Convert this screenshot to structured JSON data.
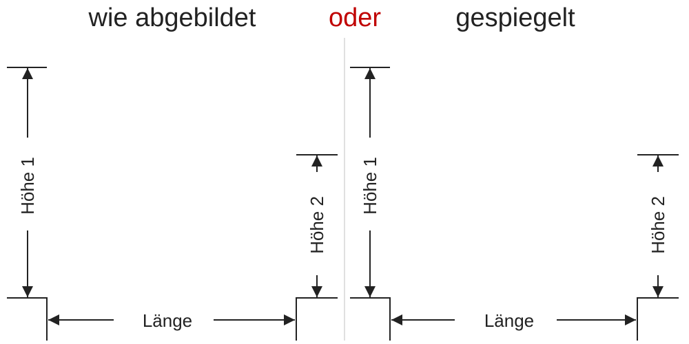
{
  "titles": {
    "left": "wie abgebildet",
    "middle": "oder",
    "right": "gespiegelt"
  },
  "labels": {
    "hoehe1": "Höhe 1",
    "hoehe2": "Höhe 2",
    "laenge": "Länge"
  },
  "colors": {
    "text": "#222222",
    "accent": "#c00000",
    "divider": "#d6d6d6"
  }
}
